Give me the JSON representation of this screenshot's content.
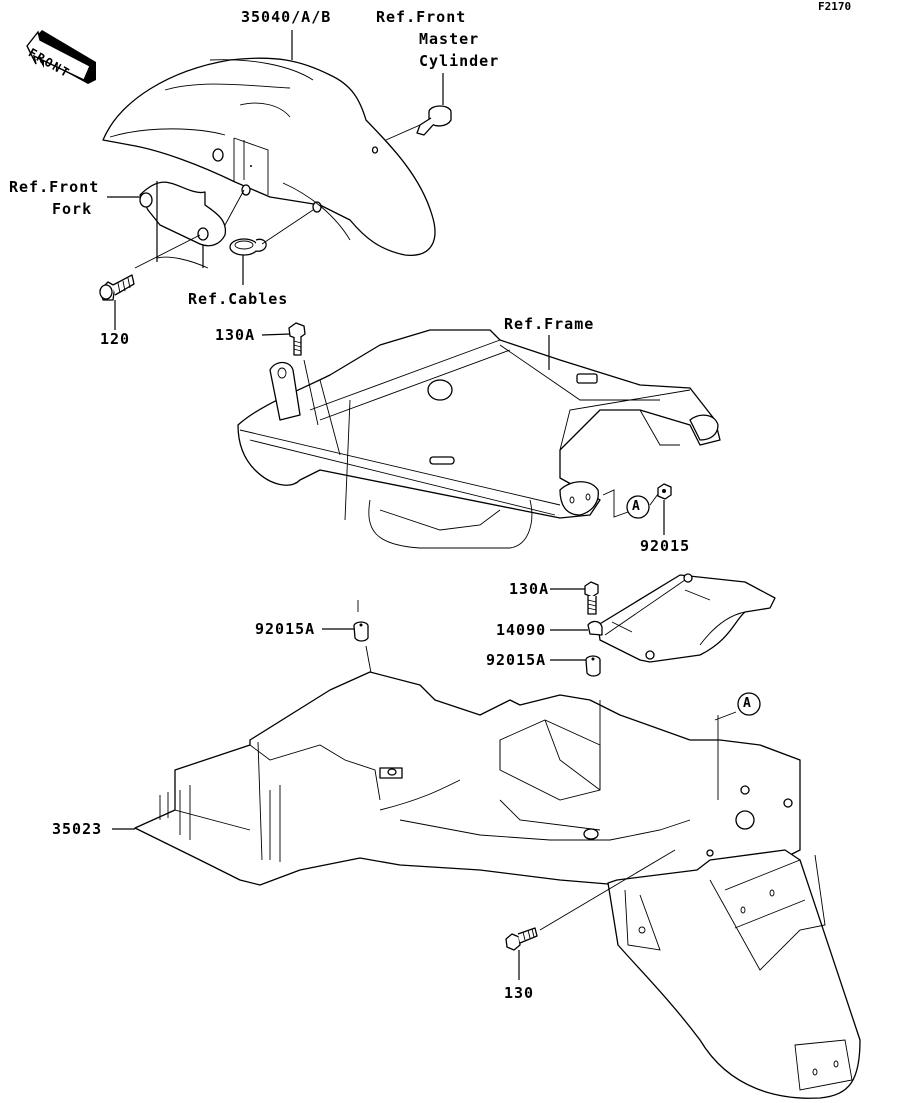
{
  "diagram": {
    "code": "F2170",
    "front_arrow": {
      "label": "FRONT",
      "icon": "front-direction-arrow-icon"
    },
    "callouts": [
      {
        "id": "fender-front",
        "label": "35040/A/B"
      },
      {
        "id": "ref-front-master-cylinder",
        "lines": [
          "Ref.Front",
          "Master",
          "Cylinder"
        ]
      },
      {
        "id": "ref-front-fork",
        "lines": [
          "Ref.Front",
          "Fork"
        ]
      },
      {
        "id": "ref-cables",
        "label": "Ref.Cables"
      },
      {
        "id": "bolt-120",
        "label": "120"
      },
      {
        "id": "bolt-130a-top",
        "label": "130A"
      },
      {
        "id": "ref-frame",
        "label": "Ref.Frame"
      },
      {
        "id": "nut-92015",
        "label": "92015"
      },
      {
        "id": "bolt-130a-mid",
        "label": "130A"
      },
      {
        "id": "cover-14090",
        "label": "14090"
      },
      {
        "id": "collar-92015a-left",
        "label": "92015A"
      },
      {
        "id": "collar-92015a-right",
        "label": "92015A"
      },
      {
        "id": "fender-rear-35023",
        "label": "35023"
      },
      {
        "id": "bolt-130",
        "label": "130"
      }
    ],
    "reference_markers": [
      "A",
      "A"
    ]
  }
}
